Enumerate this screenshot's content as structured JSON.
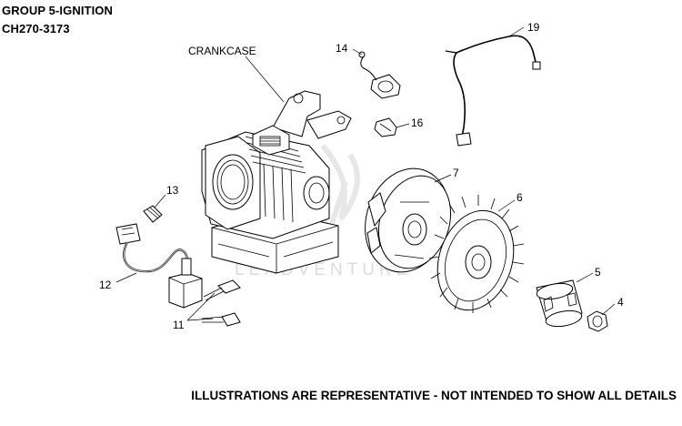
{
  "header": {
    "group_title": "GROUP 5-IGNITION",
    "part_code": "CH270-3173"
  },
  "footer": {
    "disclaimer": "ILLUSTRATIONS ARE REPRESENTATIVE - NOT INTENDED TO SHOW ALL DETAILS"
  },
  "watermark": {
    "text": "LEADVENTURE"
  },
  "callouts": {
    "crankcase": "CRANKCASE",
    "c4": "4",
    "c5": "5",
    "c6": "6",
    "c7": "7",
    "c11": "11",
    "c12": "12",
    "c13": "13",
    "c14": "14",
    "c16": "16",
    "c19": "19"
  },
  "colors": {
    "ink": "#000000",
    "background": "#ffffff",
    "watermark": "#dcdcdc"
  }
}
